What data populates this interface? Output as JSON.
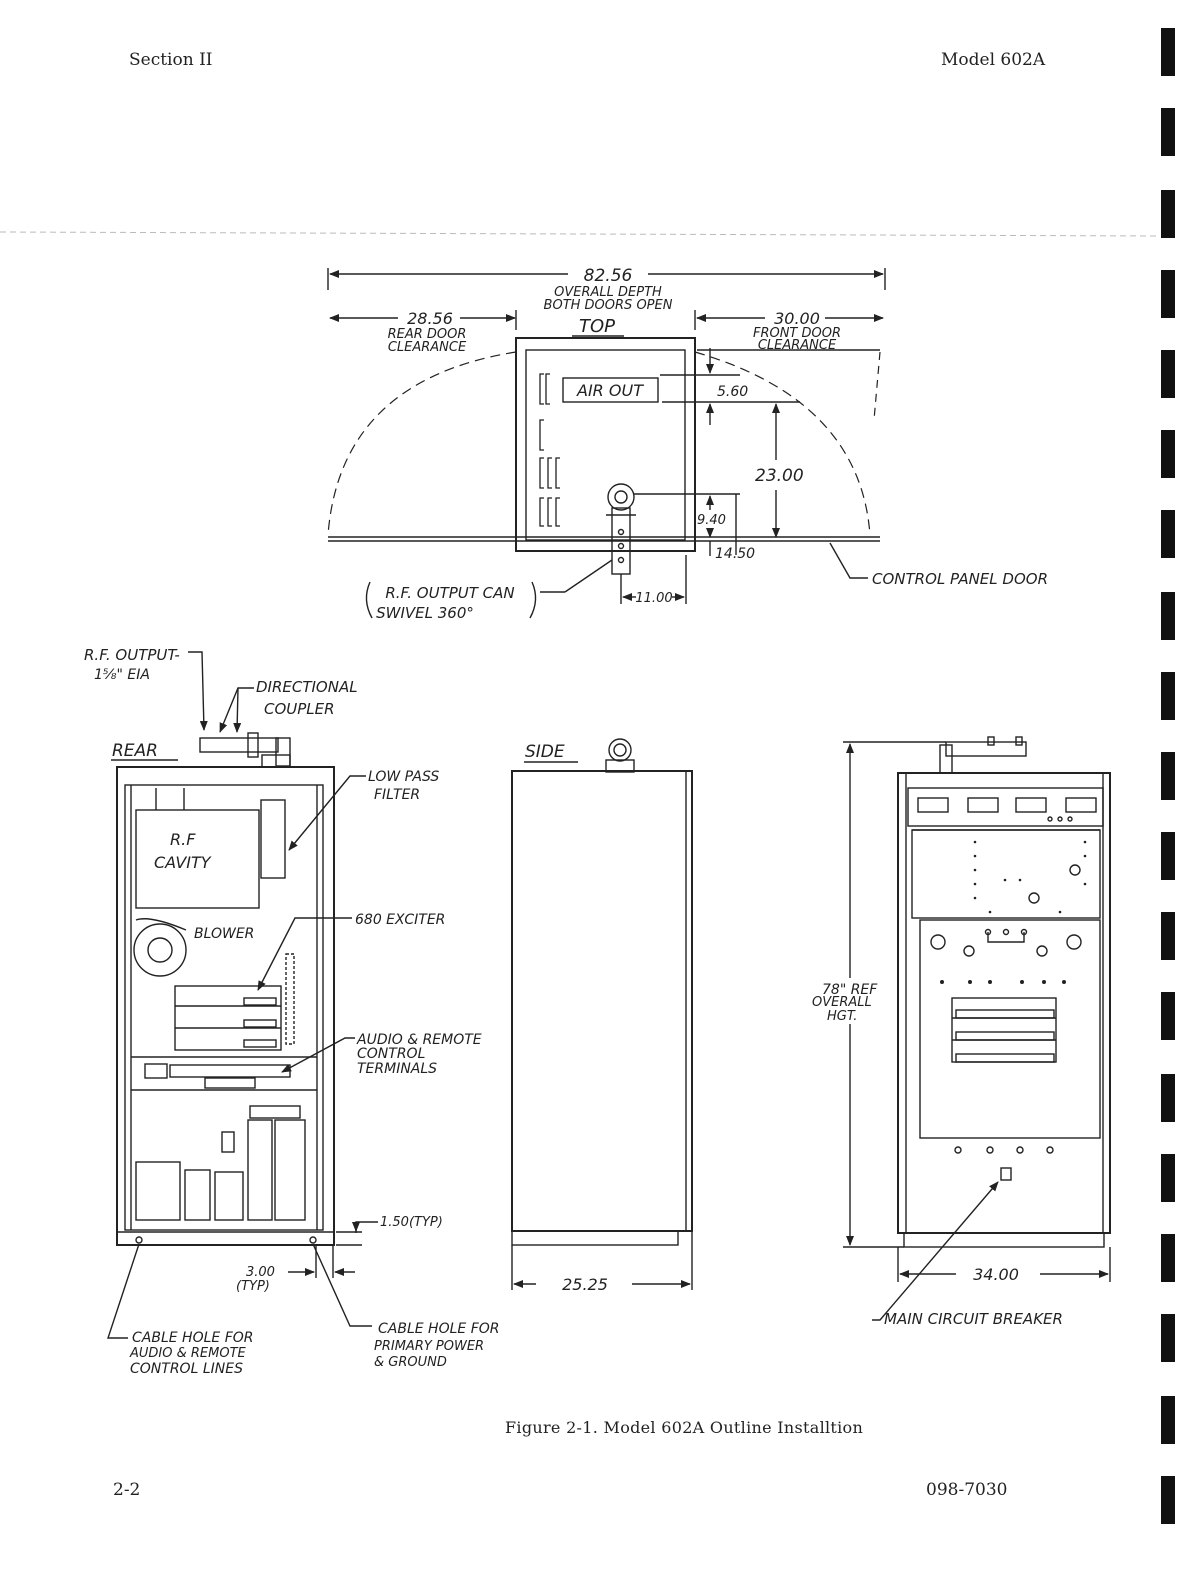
{
  "header": {
    "left": "Section II",
    "right": "Model 602A"
  },
  "footer": {
    "page": "2-2",
    "doc_number": "098-7030"
  },
  "caption": "Figure 2-1.  Model 602A Outline Installtion",
  "top_view": {
    "title": "TOP",
    "overall_depth": "82.56",
    "overall_depth_note_1": "OVERALL DEPTH",
    "overall_depth_note_2": "BOTH DOORS OPEN",
    "rear_clearance": "28.56",
    "rear_clearance_note_1": "REAR DOOR",
    "rear_clearance_note_2": "CLEARANCE",
    "front_clearance": "30.00",
    "front_clearance_note_1": "FRONT DOOR",
    "front_clearance_note_2": "CLEARANCE",
    "air_out": "AIR OUT",
    "dim_5_60": "5.60",
    "dim_23_00": "23.00",
    "dim_9_40": "9.40",
    "dim_14_50": "14.50",
    "dim_11_00": "11.00",
    "rf_can_1": "R.F. OUTPUT CAN",
    "rf_can_2": "SWIVEL 360°",
    "control_panel_door": "CONTROL PANEL DOOR"
  },
  "rear_view": {
    "title": "REAR",
    "rf_output_1": "R.F. OUTPUT-",
    "rf_output_2": "1⅝\" EIA",
    "directional_coupler_1": "DIRECTIONAL",
    "directional_coupler_2": "COUPLER",
    "low_pass_1": "LOW PASS",
    "low_pass_2": "FILTER",
    "rf_cavity_1": "R.F",
    "rf_cavity_2": "CAVITY",
    "blower": "BLOWER",
    "exciter": "680 EXCITER",
    "audio_1": "AUDIO & REMOTE",
    "audio_2": "CONTROL",
    "audio_3": "TERMINALS",
    "typ_150": "1.50(TYP)",
    "typ_300_1": "3.00",
    "typ_300_2": "(TYP)",
    "cable_audio_1": "CABLE HOLE FOR",
    "cable_audio_2": "AUDIO & REMOTE",
    "cable_audio_3": "CONTROL LINES",
    "cable_power_1": "CABLE HOLE FOR",
    "cable_power_2": "PRIMARY POWER",
    "cable_power_3": "& GROUND"
  },
  "side_view": {
    "title": "SIDE",
    "width": "25.25"
  },
  "front_view": {
    "height_1": "78\" REF",
    "height_2": "OVERALL",
    "height_3": "HGT.",
    "width": "34.00",
    "breaker": "MAIN CIRCUIT BREAKER"
  }
}
